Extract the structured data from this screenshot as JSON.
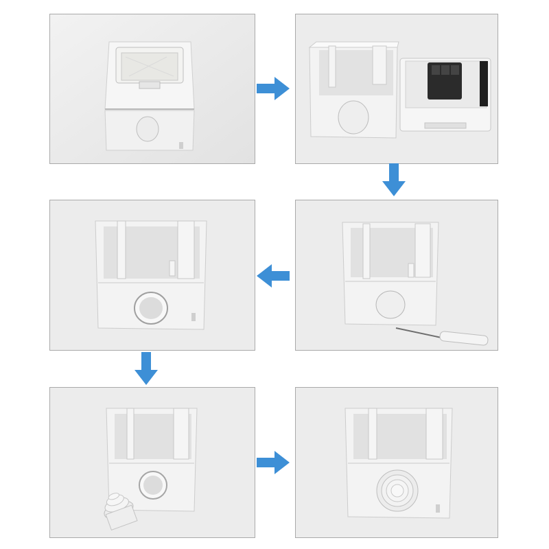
{
  "figure": {
    "panel_count": 6,
    "panel_background": "#e9e9e9",
    "panel_border": "#a9a9a9",
    "arrow_color": "#3d8fd6",
    "steps": [
      {
        "step": 1,
        "content": "closed-switch-box"
      },
      {
        "step": 2,
        "content": "box-base-and-separated-switch-module"
      },
      {
        "step": 3,
        "content": "box-base-with-knockout-removed"
      },
      {
        "step": 4,
        "content": "box-base-with-screwdriver"
      },
      {
        "step": 5,
        "content": "box-base-and-grommet"
      },
      {
        "step": 6,
        "content": "box-base-with-grommet-installed"
      }
    ],
    "arrows": [
      {
        "from": 1,
        "to": 2,
        "direction": "right"
      },
      {
        "from": 2,
        "to": 4,
        "direction": "down"
      },
      {
        "from": 4,
        "to": 3,
        "direction": "left"
      },
      {
        "from": 3,
        "to": 5,
        "direction": "down"
      },
      {
        "from": 5,
        "to": 6,
        "direction": "right"
      }
    ]
  }
}
